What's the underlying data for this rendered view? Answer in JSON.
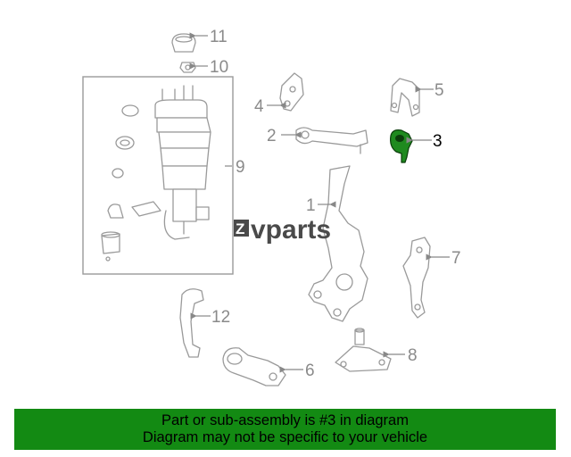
{
  "diagram": {
    "callouts": [
      "1",
      "2",
      "3",
      "4",
      "5",
      "6",
      "7",
      "8",
      "9",
      "10",
      "11",
      "12"
    ],
    "highlighted_part": "3",
    "colors": {
      "highlight": "#1f8a1f",
      "banner": "#138a13",
      "line": "#9a9a9a"
    }
  },
  "watermark": {
    "brand": "vparts",
    "logo_letter": "Z"
  },
  "banner": {
    "line1": "Part or sub-assembly is #3 in diagram",
    "line2": "Diagram may not be specific to your vehicle"
  }
}
